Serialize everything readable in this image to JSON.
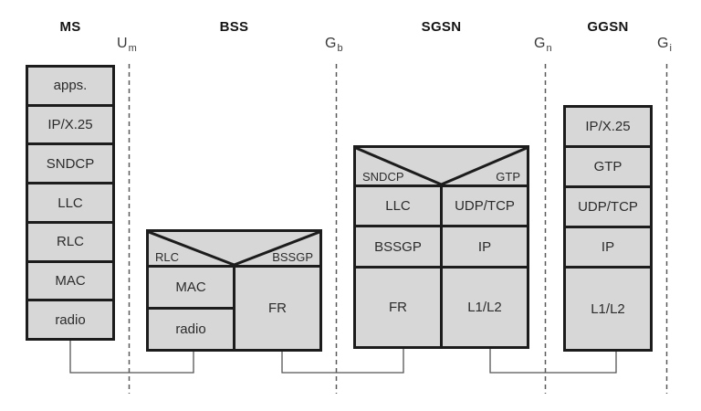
{
  "nodes": {
    "ms": {
      "title": "MS"
    },
    "bss": {
      "title": "BSS"
    },
    "sgsn": {
      "title": "SGSN"
    },
    "ggsn": {
      "title": "GGSN"
    }
  },
  "interfaces": {
    "um": {
      "main": "U",
      "sub": "m"
    },
    "gb": {
      "main": "G",
      "sub": "b"
    },
    "gn": {
      "main": "G",
      "sub": "n"
    },
    "gi": {
      "main": "G",
      "sub": "i"
    }
  },
  "stacks": {
    "ms": {
      "cells": [
        "apps.",
        "IP/X.25",
        "SNDCP",
        "LLC",
        "RLC",
        "MAC",
        "radio"
      ]
    },
    "bss": {
      "relay_left": "RLC",
      "relay_right": "BSSGP",
      "left_column": [
        "MAC",
        "radio"
      ],
      "right_column": [
        "FR"
      ]
    },
    "sgsn": {
      "relay_left": "SNDCP",
      "relay_right": "GTP",
      "left_column": [
        "LLC",
        "BSSGP",
        "FR"
      ],
      "right_column": [
        "UDP/TCP",
        "IP",
        "L1/L2"
      ]
    },
    "ggsn": {
      "cells": [
        "IP/X.25",
        "GTP",
        "UDP/TCP",
        "IP",
        "L1/L2"
      ]
    }
  },
  "colors": {
    "background": "#ffffff",
    "cell_fill": "#d7d7d7",
    "border": "#1c1c1c",
    "text": "#2b2b2b",
    "dashed_line": "#5a5a5a",
    "connector": "#555555"
  }
}
